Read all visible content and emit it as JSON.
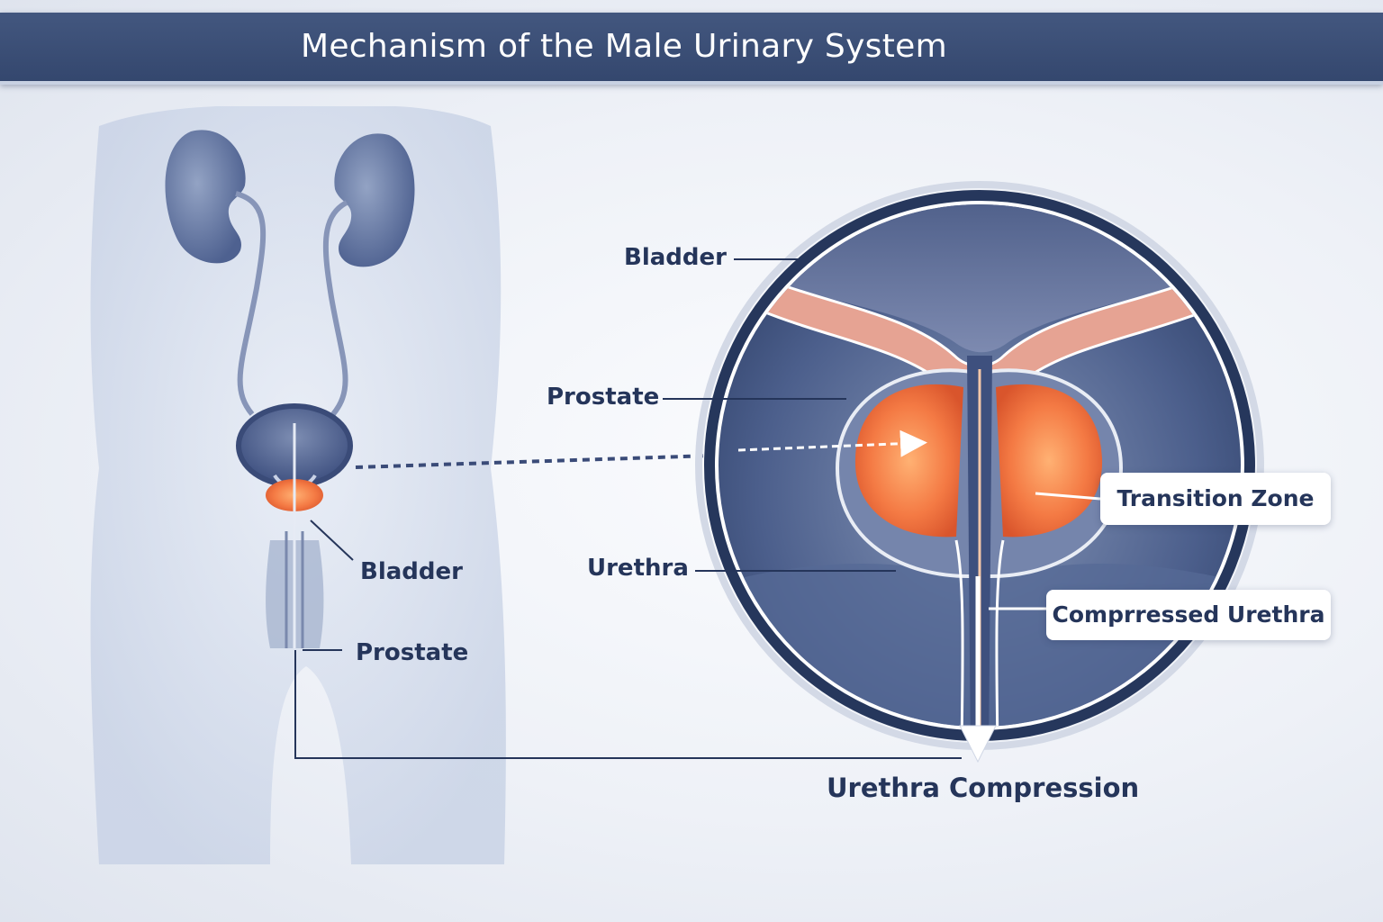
{
  "title": "Mechanism of the Male Urinary System",
  "left_figure": {
    "labels": {
      "bladder": "Bladder",
      "prostate": "Prostate"
    }
  },
  "detail_view": {
    "labels": {
      "bladder": "Bladder",
      "prostate": "Prostate",
      "urethra": "Urethra"
    },
    "callouts": {
      "transition_zone": "Transition Zone",
      "compressed_urethra": "Comprressed Urethra"
    },
    "bottom_caption": "Urethra Compression"
  },
  "colors": {
    "title_bar": "#3b4e76",
    "label_text": "#25355a",
    "prostate": "#f07a45",
    "circle_ring": "#26375c"
  }
}
